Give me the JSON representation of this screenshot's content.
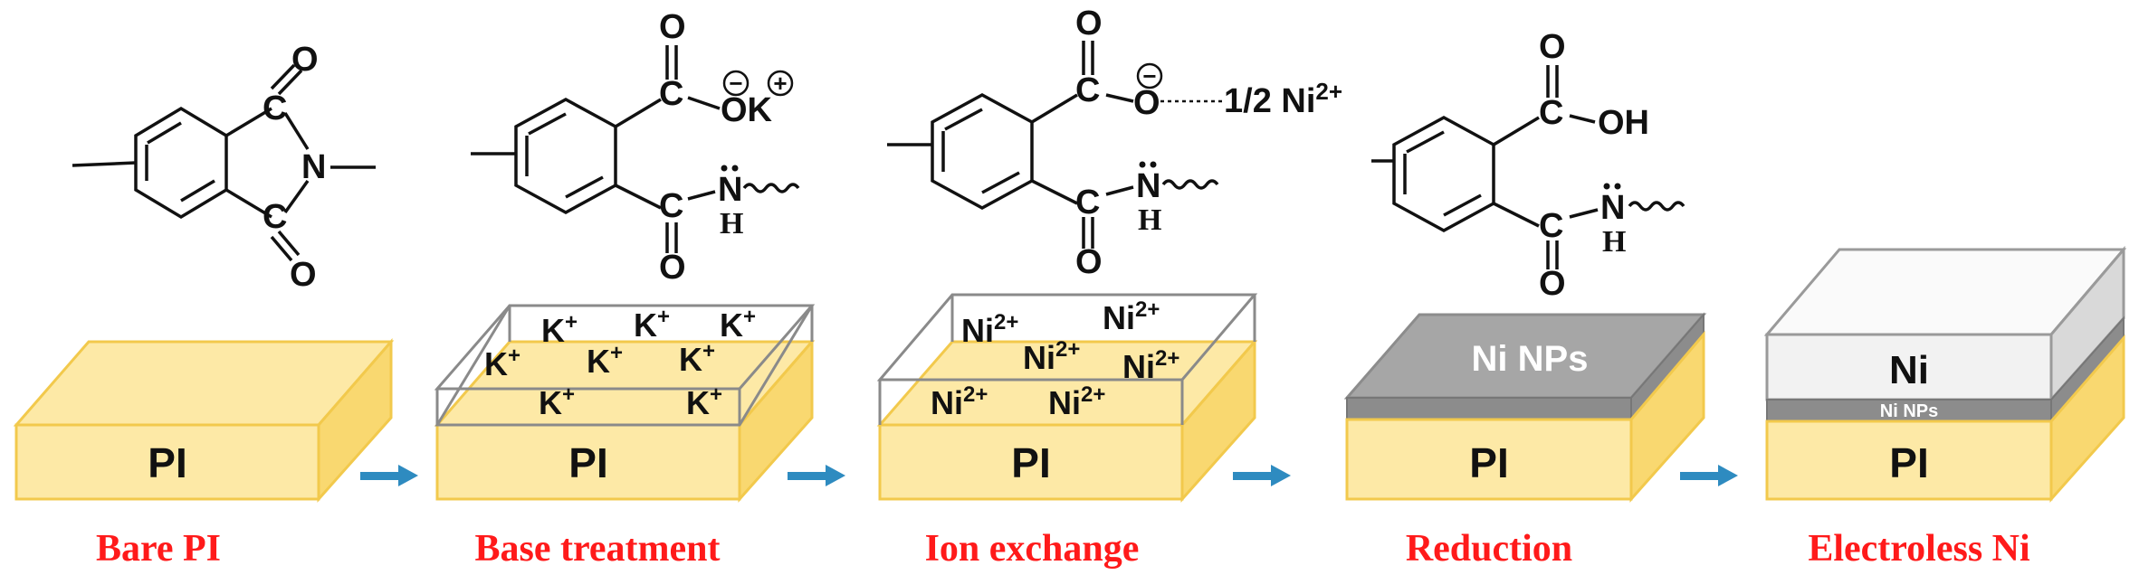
{
  "colors": {
    "pi_top": "#fde9a6",
    "pi_front": "#fde9a6",
    "pi_side": "#f9d870",
    "pi_edge": "#f2c94c",
    "arrow": "#2e8bc0",
    "label": "#ff1a1a",
    "nps_front": "#8c8c8c",
    "nps_top": "#a6a6a6",
    "ni_front": "#f2f2f2",
    "ni_top": "#fafafa",
    "cage": "#8a8a8a"
  },
  "stages": [
    {
      "label": "Bare PI",
      "block": "PI"
    },
    {
      "label": "Base treatment",
      "block": "PI"
    },
    {
      "label": "Ion exchange",
      "block": "PI"
    },
    {
      "label": "Reduction",
      "block": "PI",
      "layer": "Ni NPs"
    },
    {
      "label": "Electroless Ni",
      "block": "PI",
      "layer_thin": "Ni NPs",
      "layer_thick": "Ni"
    }
  ],
  "chem": {
    "O": "O",
    "N": "N",
    "C": "C",
    "H": "H",
    "OK": "OK",
    "OH": "OH",
    "minus": "−",
    "plus": "+",
    "half_ni": "1/2 Ni",
    "two_plus": "2+"
  },
  "ions": {
    "K": "K",
    "K_charge": "+",
    "Ni": "Ni",
    "Ni_charge": "2+"
  }
}
